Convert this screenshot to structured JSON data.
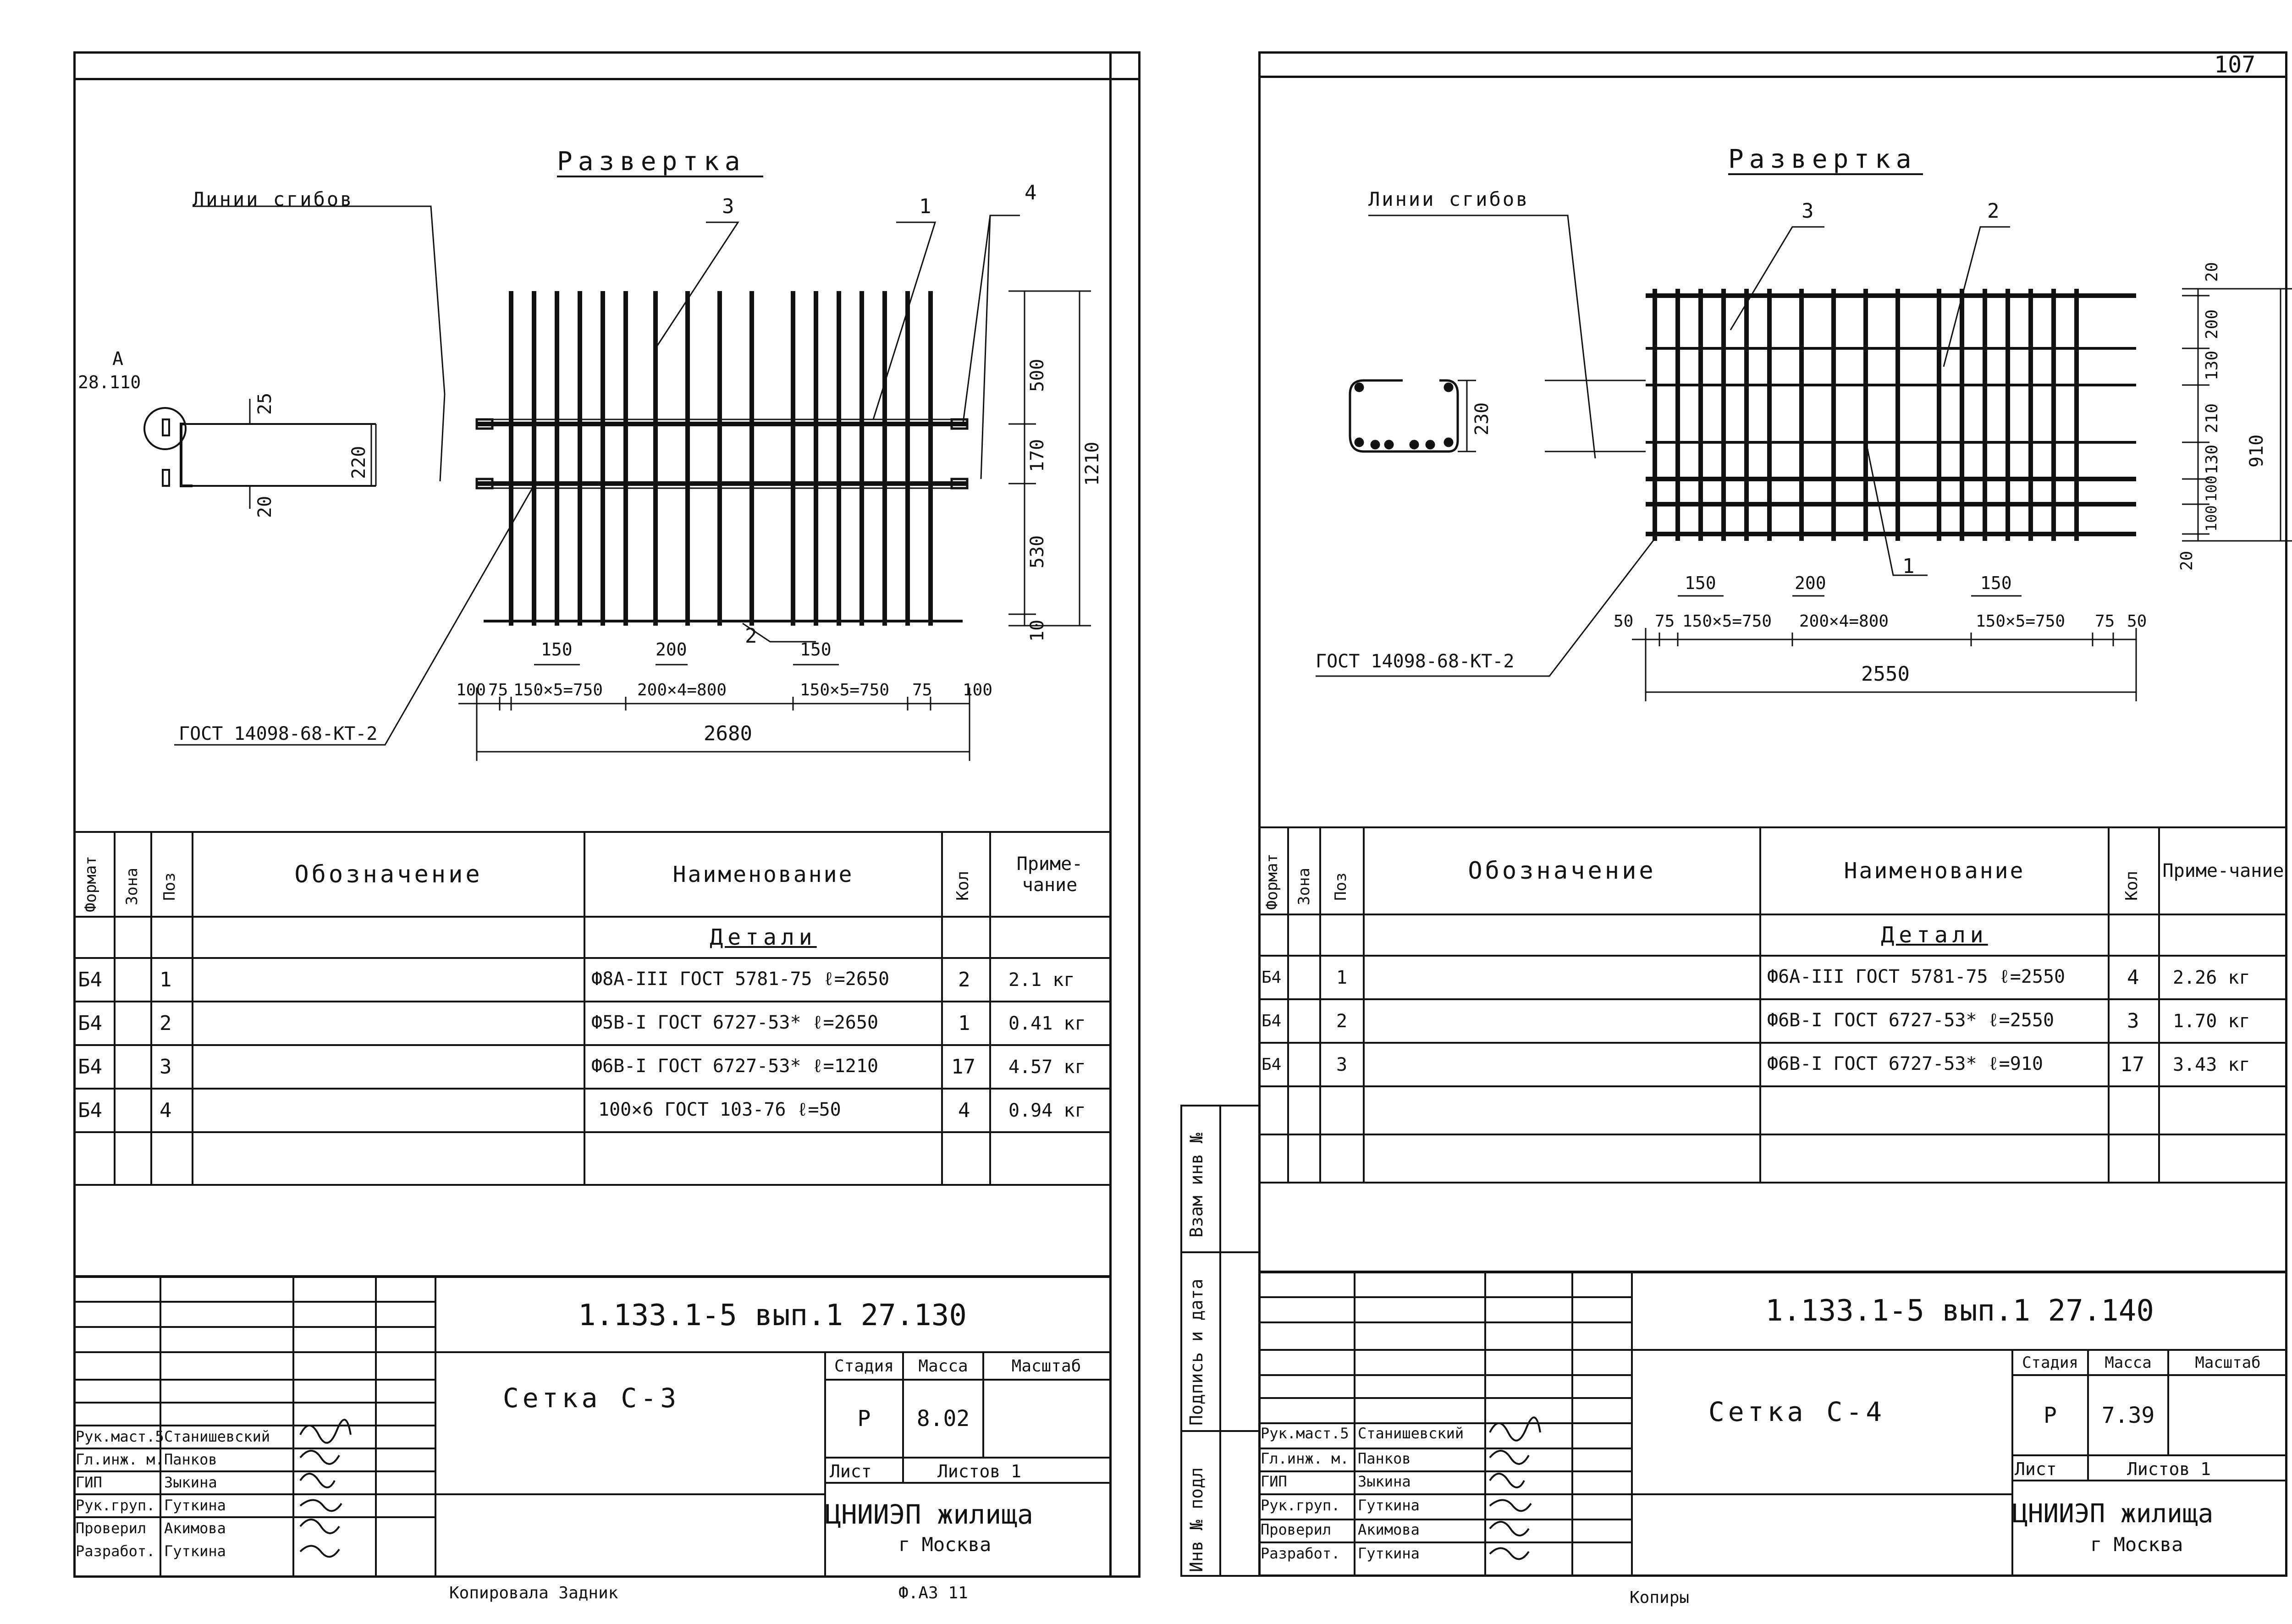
{
  "page_number": "107",
  "left": {
    "unfold_title": "Развертка",
    "bend_lines_label": "Линии сгибов",
    "callout_A": "А",
    "callout_A_ref": "28.110",
    "pos_labels": [
      "3",
      "1",
      "4",
      "2"
    ],
    "gost_weld": "ГОСТ 14098-68-КТ-2",
    "dims": {
      "d25": "25",
      "d20": "20",
      "d220": "220",
      "d500": "500",
      "d170": "170",
      "d530": "530",
      "d10": "10",
      "d1210": "1210",
      "d150a": "150",
      "d200": "200",
      "d150b": "150",
      "chain": [
        "100",
        "75",
        "150×5=750",
        "200×4=800",
        "150×5=750",
        "75",
        "100"
      ],
      "total": "2680"
    },
    "table": {
      "headers": {
        "format": "Формат",
        "zone": "Зона",
        "pos": "Поз",
        "designation": "Обозначение",
        "name": "Наименование",
        "qty": "Кол",
        "note": "Приме-чание"
      },
      "section": "Детали",
      "rows": [
        {
          "format": "Б4",
          "pos": "1",
          "name": "Ф8А-III ГОСТ 5781-75 ℓ=2650",
          "qty": "2",
          "note": "2.1 кг"
        },
        {
          "format": "Б4",
          "pos": "2",
          "name": "Ф5В-I ГОСТ 6727-53* ℓ=2650",
          "qty": "1",
          "note": "0.41 кг"
        },
        {
          "format": "Б4",
          "pos": "3",
          "name": "Ф6В-I ГОСТ 6727-53* ℓ=1210",
          "qty": "17",
          "note": "4.57 кг"
        },
        {
          "format": "Б4",
          "pos": "4",
          "name": "100×6 ГОСТ 103-76 ℓ=50",
          "qty": "4",
          "note": "0.94 кг"
        }
      ]
    },
    "stamp": {
      "doc_code": "1.133.1-5 вып.1 27.130",
      "title": "Сетка С-3",
      "stage_label": "Стадия",
      "mass_label": "Масса",
      "scale_label": "Масштаб",
      "stage": "Р",
      "mass": "8.02",
      "sheet_label": "Лист",
      "sheets_label": "Листов 1",
      "org": "ЦНИИЭП жилища",
      "city": "г Москва",
      "roles": [
        "Рук.маст.5",
        "Гл.инж. м.",
        "ГИП",
        "Рук.груп.",
        "Проверил",
        "Разработ."
      ],
      "names": [
        "Станишевский",
        "Панков",
        "Зыкина",
        "Гуткина",
        "Акимова",
        "Гуткина"
      ]
    },
    "footer_note": "Копировала Задник",
    "format_note": "Ф.А3 11"
  },
  "right": {
    "unfold_title": "Развертка",
    "bend_lines_label": "Линии сгибов",
    "pos_labels": [
      "3",
      "2",
      "1"
    ],
    "gost_weld": "ГОСТ 14098-68-КТ-2",
    "dims": {
      "d230": "230",
      "v_chain": [
        "20",
        "200",
        "130",
        "210",
        "130",
        "100",
        "100",
        "20"
      ],
      "d910": "910",
      "d150a": "150",
      "d200": "200",
      "d150b": "150",
      "chain": [
        "50",
        "75",
        "150×5=750",
        "200×4=800",
        "150×5=750",
        "75",
        "50"
      ],
      "total": "2550"
    },
    "table": {
      "headers": {
        "format": "Формат",
        "zone": "Зона",
        "pos": "Поз",
        "designation": "Обозначение",
        "name": "Наименование",
        "qty": "Кол",
        "note": "Приме-чание"
      },
      "section": "Детали",
      "rows": [
        {
          "format": "Б4",
          "pos": "1",
          "name": "Ф6А-III ГОСТ 5781-75 ℓ=2550",
          "qty": "4",
          "note": "2.26 кг"
        },
        {
          "format": "Б4",
          "pos": "2",
          "name": "Ф6В-I ГОСТ 6727-53* ℓ=2550",
          "qty": "3",
          "note": "1.70 кг"
        },
        {
          "format": "Б4",
          "pos": "3",
          "name": "Ф6В-I ГОСТ 6727-53* ℓ=910",
          "qty": "17",
          "note": "3.43 кг"
        }
      ]
    },
    "side_labels": [
      "Инв № подл",
      "Подпись и дата",
      "Взам инв №"
    ],
    "stamp": {
      "doc_code": "1.133.1-5 вып.1 27.140",
      "title": "Сетка С-4",
      "stage_label": "Стадия",
      "mass_label": "Масса",
      "scale_label": "Масштаб",
      "stage": "Р",
      "mass": "7.39",
      "sheet_label": "Лист",
      "sheets_label": "Листов 1",
      "org": "ЦНИИЭП жилища",
      "city": "г Москва",
      "roles": [
        "Рук.маст.5",
        "Гл.инж. м.",
        "ГИП",
        "Рук.груп.",
        "Проверил",
        "Разработ."
      ],
      "names": [
        "Станишевский",
        "Панков",
        "Зыкина",
        "Гуткина",
        "Акимова",
        "Гуткина"
      ]
    },
    "footer_note": "Копиры"
  }
}
